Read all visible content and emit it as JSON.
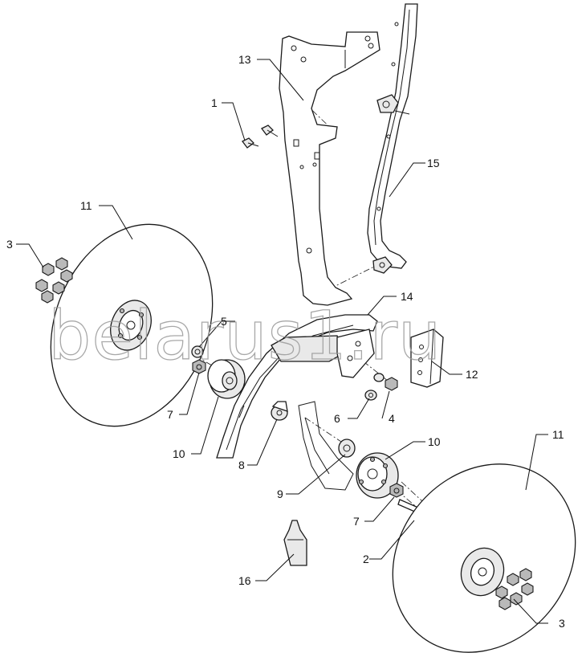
{
  "watermark": "belarus1.ru",
  "callouts": [
    {
      "id": "c1",
      "label": "1"
    },
    {
      "id": "c2",
      "label": "2"
    },
    {
      "id": "c3a",
      "label": "3"
    },
    {
      "id": "c3b",
      "label": "3"
    },
    {
      "id": "c4",
      "label": "4"
    },
    {
      "id": "c5",
      "label": "5"
    },
    {
      "id": "c6",
      "label": "6"
    },
    {
      "id": "c7a",
      "label": "7"
    },
    {
      "id": "c7b",
      "label": "7"
    },
    {
      "id": "c8",
      "label": "8"
    },
    {
      "id": "c9",
      "label": "9"
    },
    {
      "id": "c10a",
      "label": "10"
    },
    {
      "id": "c10b",
      "label": "10"
    },
    {
      "id": "c11a",
      "label": "11"
    },
    {
      "id": "c11b",
      "label": "11"
    },
    {
      "id": "c12",
      "label": "12"
    },
    {
      "id": "c13",
      "label": "13"
    },
    {
      "id": "c14",
      "label": "14"
    },
    {
      "id": "c15",
      "label": "15"
    },
    {
      "id": "c16",
      "label": "16"
    }
  ]
}
